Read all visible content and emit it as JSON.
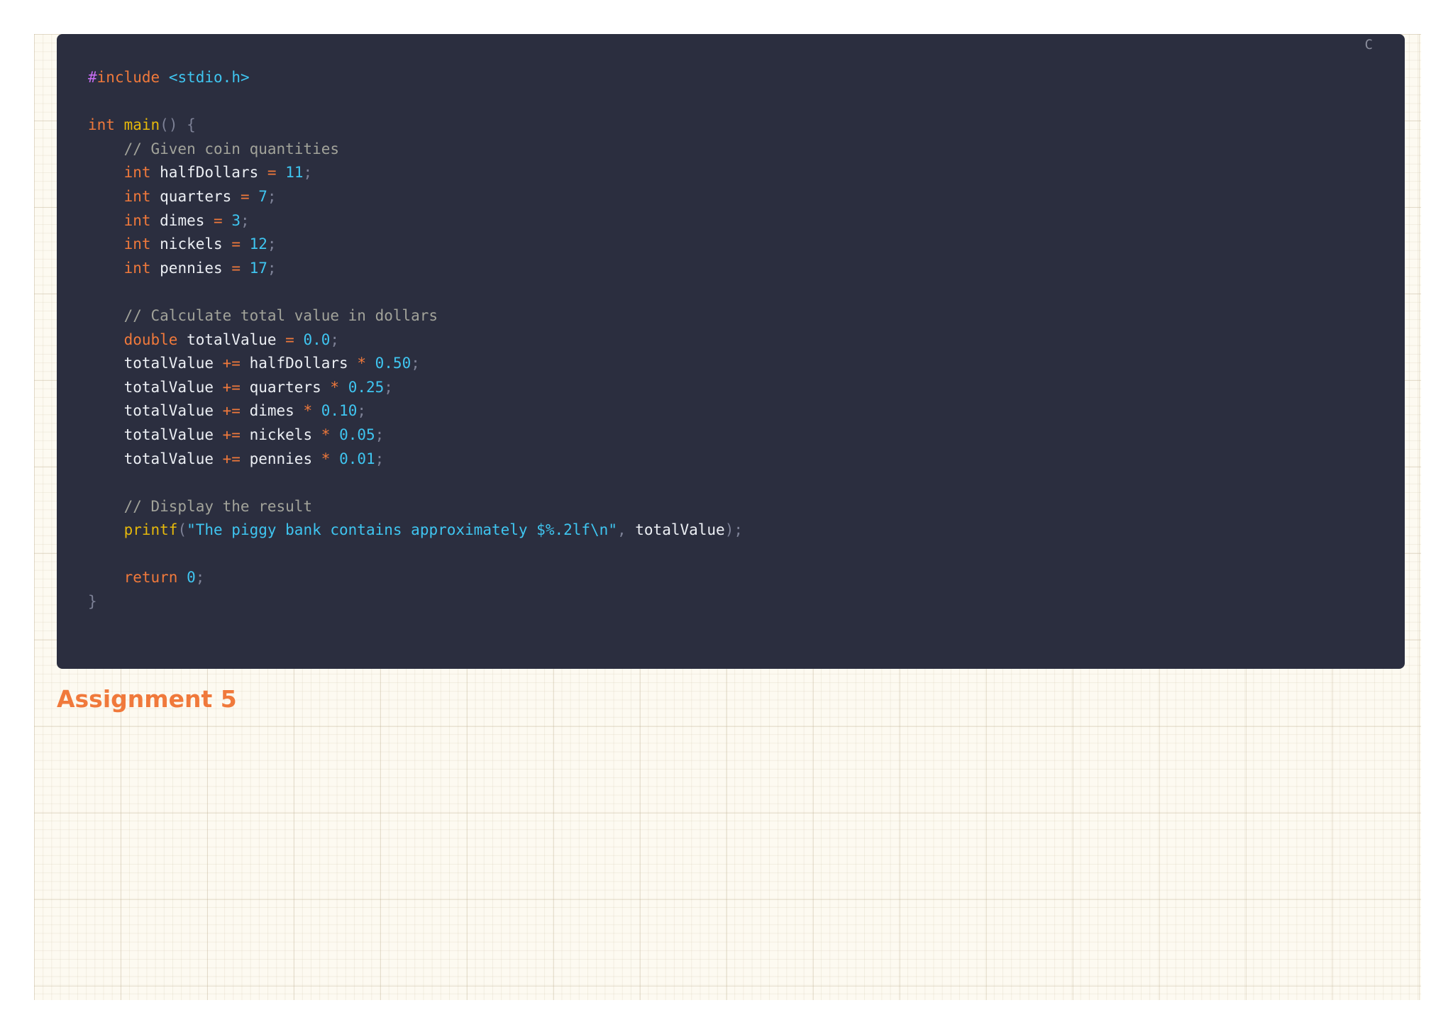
{
  "code_block": {
    "language": "C",
    "lines": [
      [
        {
          "t": "#",
          "c": "pp"
        },
        {
          "t": "include",
          "c": "kw"
        },
        {
          "t": " ",
          "c": "id"
        },
        {
          "t": "<stdio.h>",
          "c": "hdr"
        }
      ],
      [],
      [
        {
          "t": "int",
          "c": "kw"
        },
        {
          "t": " ",
          "c": "id"
        },
        {
          "t": "main",
          "c": "fn"
        },
        {
          "t": "() {",
          "c": "pn"
        }
      ],
      [
        {
          "t": "    // Given coin quantities",
          "c": "cm"
        }
      ],
      [
        {
          "t": "    ",
          "c": "id"
        },
        {
          "t": "int",
          "c": "kw"
        },
        {
          "t": " halfDollars ",
          "c": "id"
        },
        {
          "t": "=",
          "c": "op"
        },
        {
          "t": " ",
          "c": "id"
        },
        {
          "t": "11",
          "c": "num"
        },
        {
          "t": ";",
          "c": "pn"
        }
      ],
      [
        {
          "t": "    ",
          "c": "id"
        },
        {
          "t": "int",
          "c": "kw"
        },
        {
          "t": " quarters ",
          "c": "id"
        },
        {
          "t": "=",
          "c": "op"
        },
        {
          "t": " ",
          "c": "id"
        },
        {
          "t": "7",
          "c": "num"
        },
        {
          "t": ";",
          "c": "pn"
        }
      ],
      [
        {
          "t": "    ",
          "c": "id"
        },
        {
          "t": "int",
          "c": "kw"
        },
        {
          "t": " dimes ",
          "c": "id"
        },
        {
          "t": "=",
          "c": "op"
        },
        {
          "t": " ",
          "c": "id"
        },
        {
          "t": "3",
          "c": "num"
        },
        {
          "t": ";",
          "c": "pn"
        }
      ],
      [
        {
          "t": "    ",
          "c": "id"
        },
        {
          "t": "int",
          "c": "kw"
        },
        {
          "t": " nickels ",
          "c": "id"
        },
        {
          "t": "=",
          "c": "op"
        },
        {
          "t": " ",
          "c": "id"
        },
        {
          "t": "12",
          "c": "num"
        },
        {
          "t": ";",
          "c": "pn"
        }
      ],
      [
        {
          "t": "    ",
          "c": "id"
        },
        {
          "t": "int",
          "c": "kw"
        },
        {
          "t": " pennies ",
          "c": "id"
        },
        {
          "t": "=",
          "c": "op"
        },
        {
          "t": " ",
          "c": "id"
        },
        {
          "t": "17",
          "c": "num"
        },
        {
          "t": ";",
          "c": "pn"
        }
      ],
      [],
      [
        {
          "t": "    // Calculate total value in dollars",
          "c": "cm"
        }
      ],
      [
        {
          "t": "    ",
          "c": "id"
        },
        {
          "t": "double",
          "c": "kw"
        },
        {
          "t": " totalValue ",
          "c": "id"
        },
        {
          "t": "=",
          "c": "op"
        },
        {
          "t": " ",
          "c": "id"
        },
        {
          "t": "0.0",
          "c": "num"
        },
        {
          "t": ";",
          "c": "pn"
        }
      ],
      [
        {
          "t": "    totalValue ",
          "c": "id"
        },
        {
          "t": "+=",
          "c": "op"
        },
        {
          "t": " halfDollars ",
          "c": "id"
        },
        {
          "t": "*",
          "c": "op"
        },
        {
          "t": " ",
          "c": "id"
        },
        {
          "t": "0.50",
          "c": "num"
        },
        {
          "t": ";",
          "c": "pn"
        }
      ],
      [
        {
          "t": "    totalValue ",
          "c": "id"
        },
        {
          "t": "+=",
          "c": "op"
        },
        {
          "t": " quarters ",
          "c": "id"
        },
        {
          "t": "*",
          "c": "op"
        },
        {
          "t": " ",
          "c": "id"
        },
        {
          "t": "0.25",
          "c": "num"
        },
        {
          "t": ";",
          "c": "pn"
        }
      ],
      [
        {
          "t": "    totalValue ",
          "c": "id"
        },
        {
          "t": "+=",
          "c": "op"
        },
        {
          "t": " dimes ",
          "c": "id"
        },
        {
          "t": "*",
          "c": "op"
        },
        {
          "t": " ",
          "c": "id"
        },
        {
          "t": "0.10",
          "c": "num"
        },
        {
          "t": ";",
          "c": "pn"
        }
      ],
      [
        {
          "t": "    totalValue ",
          "c": "id"
        },
        {
          "t": "+=",
          "c": "op"
        },
        {
          "t": " nickels ",
          "c": "id"
        },
        {
          "t": "*",
          "c": "op"
        },
        {
          "t": " ",
          "c": "id"
        },
        {
          "t": "0.05",
          "c": "num"
        },
        {
          "t": ";",
          "c": "pn"
        }
      ],
      [
        {
          "t": "    totalValue ",
          "c": "id"
        },
        {
          "t": "+=",
          "c": "op"
        },
        {
          "t": " pennies ",
          "c": "id"
        },
        {
          "t": "*",
          "c": "op"
        },
        {
          "t": " ",
          "c": "id"
        },
        {
          "t": "0.01",
          "c": "num"
        },
        {
          "t": ";",
          "c": "pn"
        }
      ],
      [],
      [
        {
          "t": "    // Display the result",
          "c": "cm"
        }
      ],
      [
        {
          "t": "    ",
          "c": "id"
        },
        {
          "t": "printf",
          "c": "fn"
        },
        {
          "t": "(",
          "c": "pn"
        },
        {
          "t": "\"The piggy bank contains approximately $%.2lf\\n\"",
          "c": "str"
        },
        {
          "t": ", ",
          "c": "pn"
        },
        {
          "t": "totalValue",
          "c": "id"
        },
        {
          "t": ");",
          "c": "pn"
        }
      ],
      [],
      [
        {
          "t": "    ",
          "c": "id"
        },
        {
          "t": "return",
          "c": "kw"
        },
        {
          "t": " ",
          "c": "id"
        },
        {
          "t": "0",
          "c": "num"
        },
        {
          "t": ";",
          "c": "pn"
        }
      ],
      [
        {
          "t": "}",
          "c": "pn"
        }
      ]
    ]
  },
  "heading": "Assignment 5",
  "colors": {
    "code_background": "#2b2e3f",
    "keyword": "#f0793b",
    "function": "#e5b80b",
    "number_string": "#3fc5f0",
    "comment": "#a2a39a",
    "heading": "#f0793b"
  }
}
